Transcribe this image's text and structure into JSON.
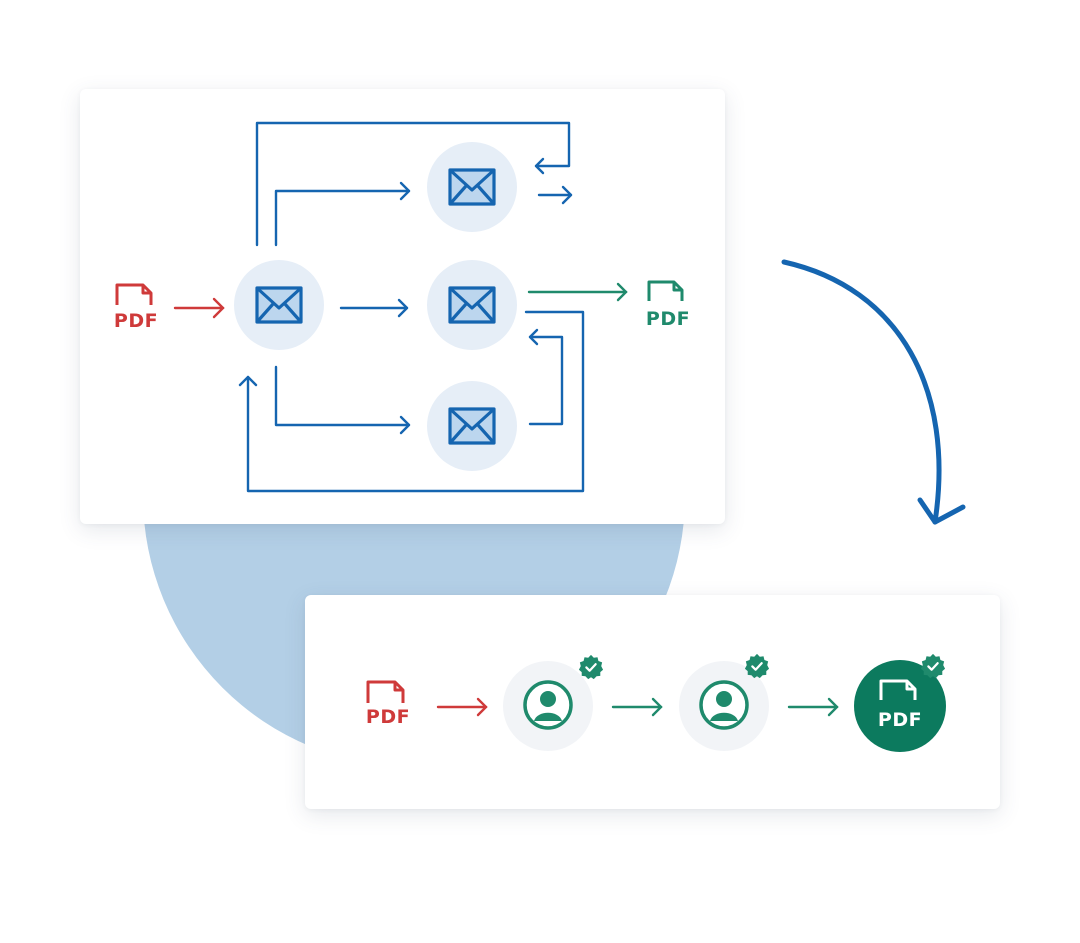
{
  "colors": {
    "blue": "#1565b0",
    "blue_light_node": "#e6eef7",
    "red": "#cf3a3a",
    "green": "#1f8a6c",
    "green_dark": "#0c7a5e",
    "grey_node": "#f2f4f7",
    "circle_bg": "#b3cfe6"
  },
  "top_diagram": {
    "source_doc": {
      "label": "PDF",
      "icon": "pdf-file-icon"
    },
    "output_doc": {
      "label": "PDF",
      "icon": "pdf-file-icon"
    },
    "mail_nodes": [
      "mail-icon",
      "mail-icon",
      "mail-icon",
      "mail-icon"
    ]
  },
  "transition": {
    "icon": "curved-arrow-icon"
  },
  "bottom_diagram": {
    "source_doc": {
      "label": "PDF",
      "icon": "pdf-file-icon"
    },
    "approver_nodes": [
      "user-circle-icon",
      "user-circle-icon"
    ],
    "final_doc": {
      "label": "PDF",
      "icon": "pdf-file-icon"
    },
    "status_badge_icon": "verified-check-icon"
  }
}
